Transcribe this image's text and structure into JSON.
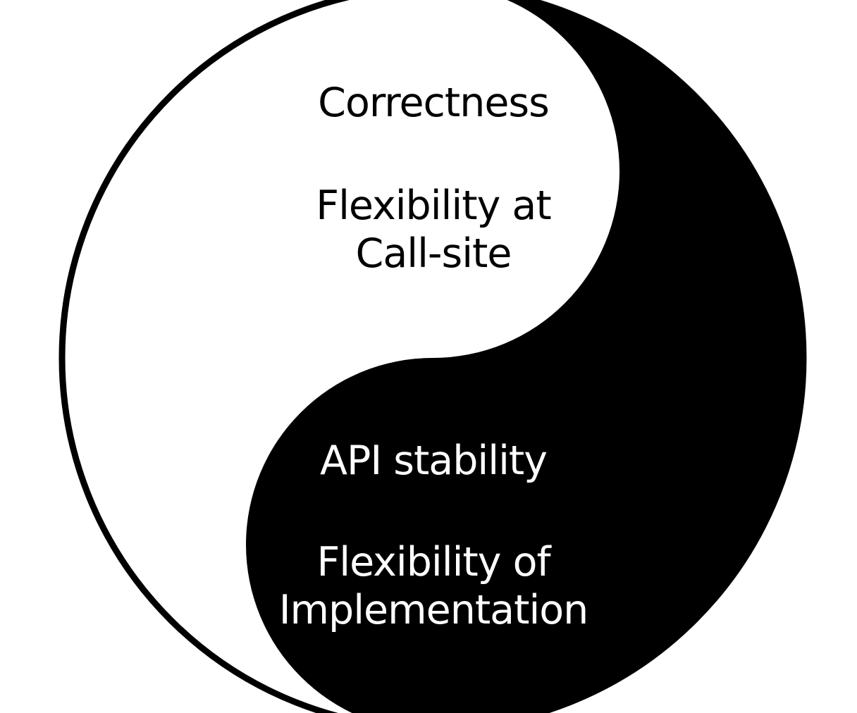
{
  "diagram": {
    "colors": {
      "yin": "#000000",
      "yang": "#ffffff",
      "outline": "#000000"
    },
    "top_half": {
      "items": [
        {
          "lines": [
            "Correctness"
          ]
        },
        {
          "lines": [
            "Flexibility at",
            "Call-site"
          ]
        }
      ]
    },
    "bottom_half": {
      "items": [
        {
          "lines": [
            "API stability"
          ]
        },
        {
          "lines": [
            "Flexibility of",
            "Implementation"
          ]
        }
      ]
    }
  }
}
